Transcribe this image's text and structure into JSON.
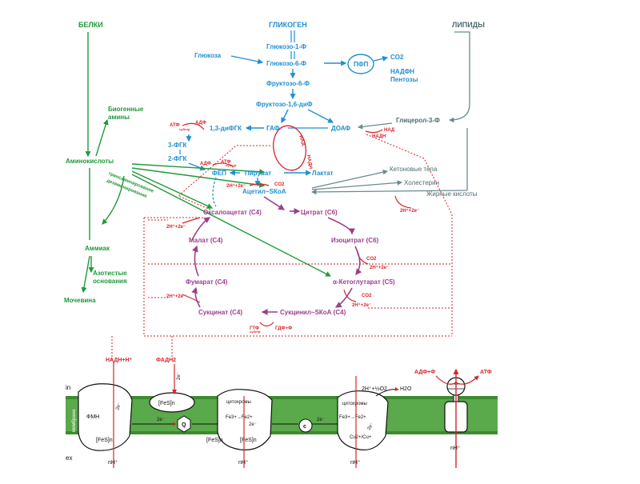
{
  "labels": {
    "belki": "БЕЛКИ",
    "glikogen": "ГЛИКОГЕН",
    "lipidy": "ЛИПИДЫ",
    "g1f": "Глюкозо-1-Ф",
    "glukoza": "Глюкоза",
    "g6f": "Глюкозо-6-Ф",
    "pfp": "ПФП",
    "co2_top": "CO2",
    "nadfn": "НАДФН",
    "pentozy": "Пентозы",
    "f6f": "Фруктозо-6-Ф",
    "f16": "Фруктозо-1,6-диФ",
    "biogen1": "Биогенные",
    "biogen2": "амины",
    "atf1": "АТФ",
    "adf1": "АДФ",
    "substr1": "субстр",
    "dfgk": "1,3-диФГК",
    "gaf": "ГАФ",
    "doaf": "ДОАФ",
    "glicerol": "Глицерол-3-Ф",
    "nad1": "НАД",
    "nadn1": "НАДН",
    "fgk3": "3-ФГК",
    "fgk2": "2-ФГК",
    "aminokisloty": "Аминокислоты",
    "trans1": "трансаминирование",
    "trans2": "дезаминирование",
    "nad_loop": "НАД",
    "nadn_loop": "НАДН",
    "atf2": "АТФ",
    "substr2": "субстр",
    "adf2": "АДФ",
    "fep": "ФЕП",
    "piruvat": "Пируват",
    "laktat": "Лактат",
    "keton": "Кетоновые тела",
    "holesterin": "Холестерин",
    "acetil": "Ацетил~SКоА",
    "h2e_a": "2H⁺+2e⁻",
    "co2_a": "CO2",
    "zhirnye": "Жирные кислоты",
    "h2e_b": "2H⁺+2e⁻",
    "oksaloacetat": "Оксалоацетат (С4)",
    "citrat": "Цитрат (С6)",
    "h2e_c": "2H⁺+2e⁻",
    "malat": "Малат (С4)",
    "izocitrat": "Изоцитрат (С6)",
    "ammiak": "Аммиак",
    "co2_b": "CO2",
    "h2e_d": "2H⁺+2e⁻",
    "azot1": "Азотистые",
    "azot2": "основания",
    "fumarat": "Фумарат (С4)",
    "akg": "α-Кетоглутарат (С5)",
    "mochevina": "Мочевина",
    "h2e_e": "2H⁺+2e⁻",
    "co2_c": "CO2",
    "h2e_f": "2H⁺+2e⁻",
    "sukcinat": "Сукцинат (С4)",
    "sukcinilskoa": "Сукцинил~SКоА (С4)",
    "gtf": "ГТФ",
    "gdff": "ГДФ+Ф",
    "substr3": "субстр",
    "nadn_h": "НАДН+Н⁺",
    "fadn2": "ФАДН2",
    "adff": "АДФ+Ф",
    "atf_right": "АТФ",
    "in": "in",
    "ex": "ex",
    "membrane": "мембрана",
    "fmn": "ФМН",
    "fes1": "[FeS]n",
    "fes2": "[FeS]n",
    "fes3": "[FeS]n",
    "fes4": "[FeS]n",
    "q": "Q",
    "c": "c",
    "e2a": "2e⁻",
    "e2b": "2e⁻",
    "e2c": "2e⁻",
    "cit1": "цитохромы",
    "fe1": "Fe3+→Fe2+",
    "cit2": "цитохромы",
    "fe2": "Fe3+→Fe2+",
    "cu": "Cu2+/Cu+",
    "h2o2": "2H⁺+½O2",
    "h2o": "H2O",
    "nh1": "nH⁺",
    "nh2": "nH⁺",
    "nh3": "nH⁺",
    "nh4": "nH⁺",
    "e2d": "2e⁻",
    "e2e": "2e⁻",
    "e2f": "2e⁻"
  },
  "colors": {
    "glycolysis": "#1f8fd1",
    "proteins": "#1f9a3a",
    "tca": "#9b3f8d",
    "redox": "#d8232a",
    "membrane_band": "#3c8b2f"
  }
}
